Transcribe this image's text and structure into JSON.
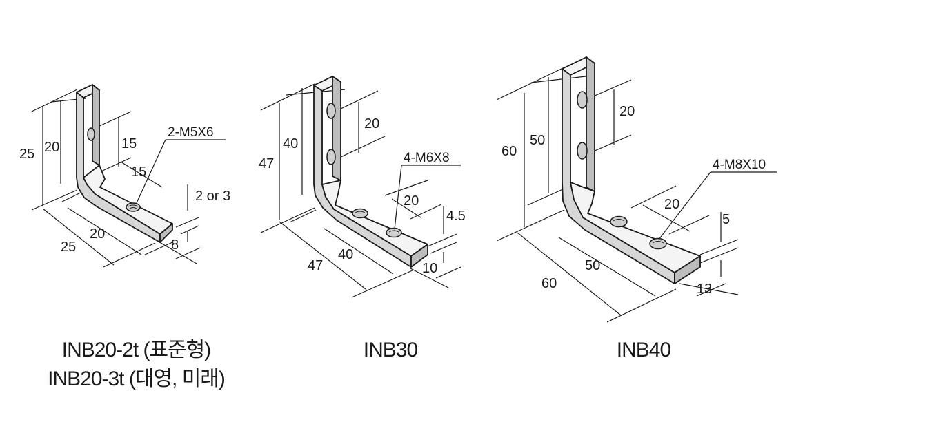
{
  "products": [
    {
      "id": "inb20",
      "caption_lines": [
        "INB20-2t (표준형)",
        "INB20-3t (대영, 미래)"
      ],
      "hole_callout": "2-M5X6",
      "dims": {
        "total_height": "25",
        "inner_height": "20",
        "hole_height": "15",
        "hole_offset": "15",
        "thickness": "2 or 3",
        "total_length": "25",
        "inner_length": "20",
        "width": "8"
      }
    },
    {
      "id": "inb30",
      "caption_lines": [
        "INB30"
      ],
      "hole_callout": "4-M6X8",
      "dims": {
        "total_height": "47",
        "inner_height": "40",
        "hole_pitch_vertical": "20",
        "hole_pitch_horizontal": "20",
        "thickness": "4.5",
        "total_length": "47",
        "inner_length": "40",
        "width": "10"
      }
    },
    {
      "id": "inb40",
      "caption_lines": [
        "INB40"
      ],
      "hole_callout": "4-M8X10",
      "dims": {
        "total_height": "60",
        "inner_height": "50",
        "hole_pitch_vertical": "20",
        "hole_pitch_horizontal": "20",
        "thickness": "5",
        "total_length": "60",
        "inner_length": "50",
        "width": "13"
      }
    }
  ]
}
